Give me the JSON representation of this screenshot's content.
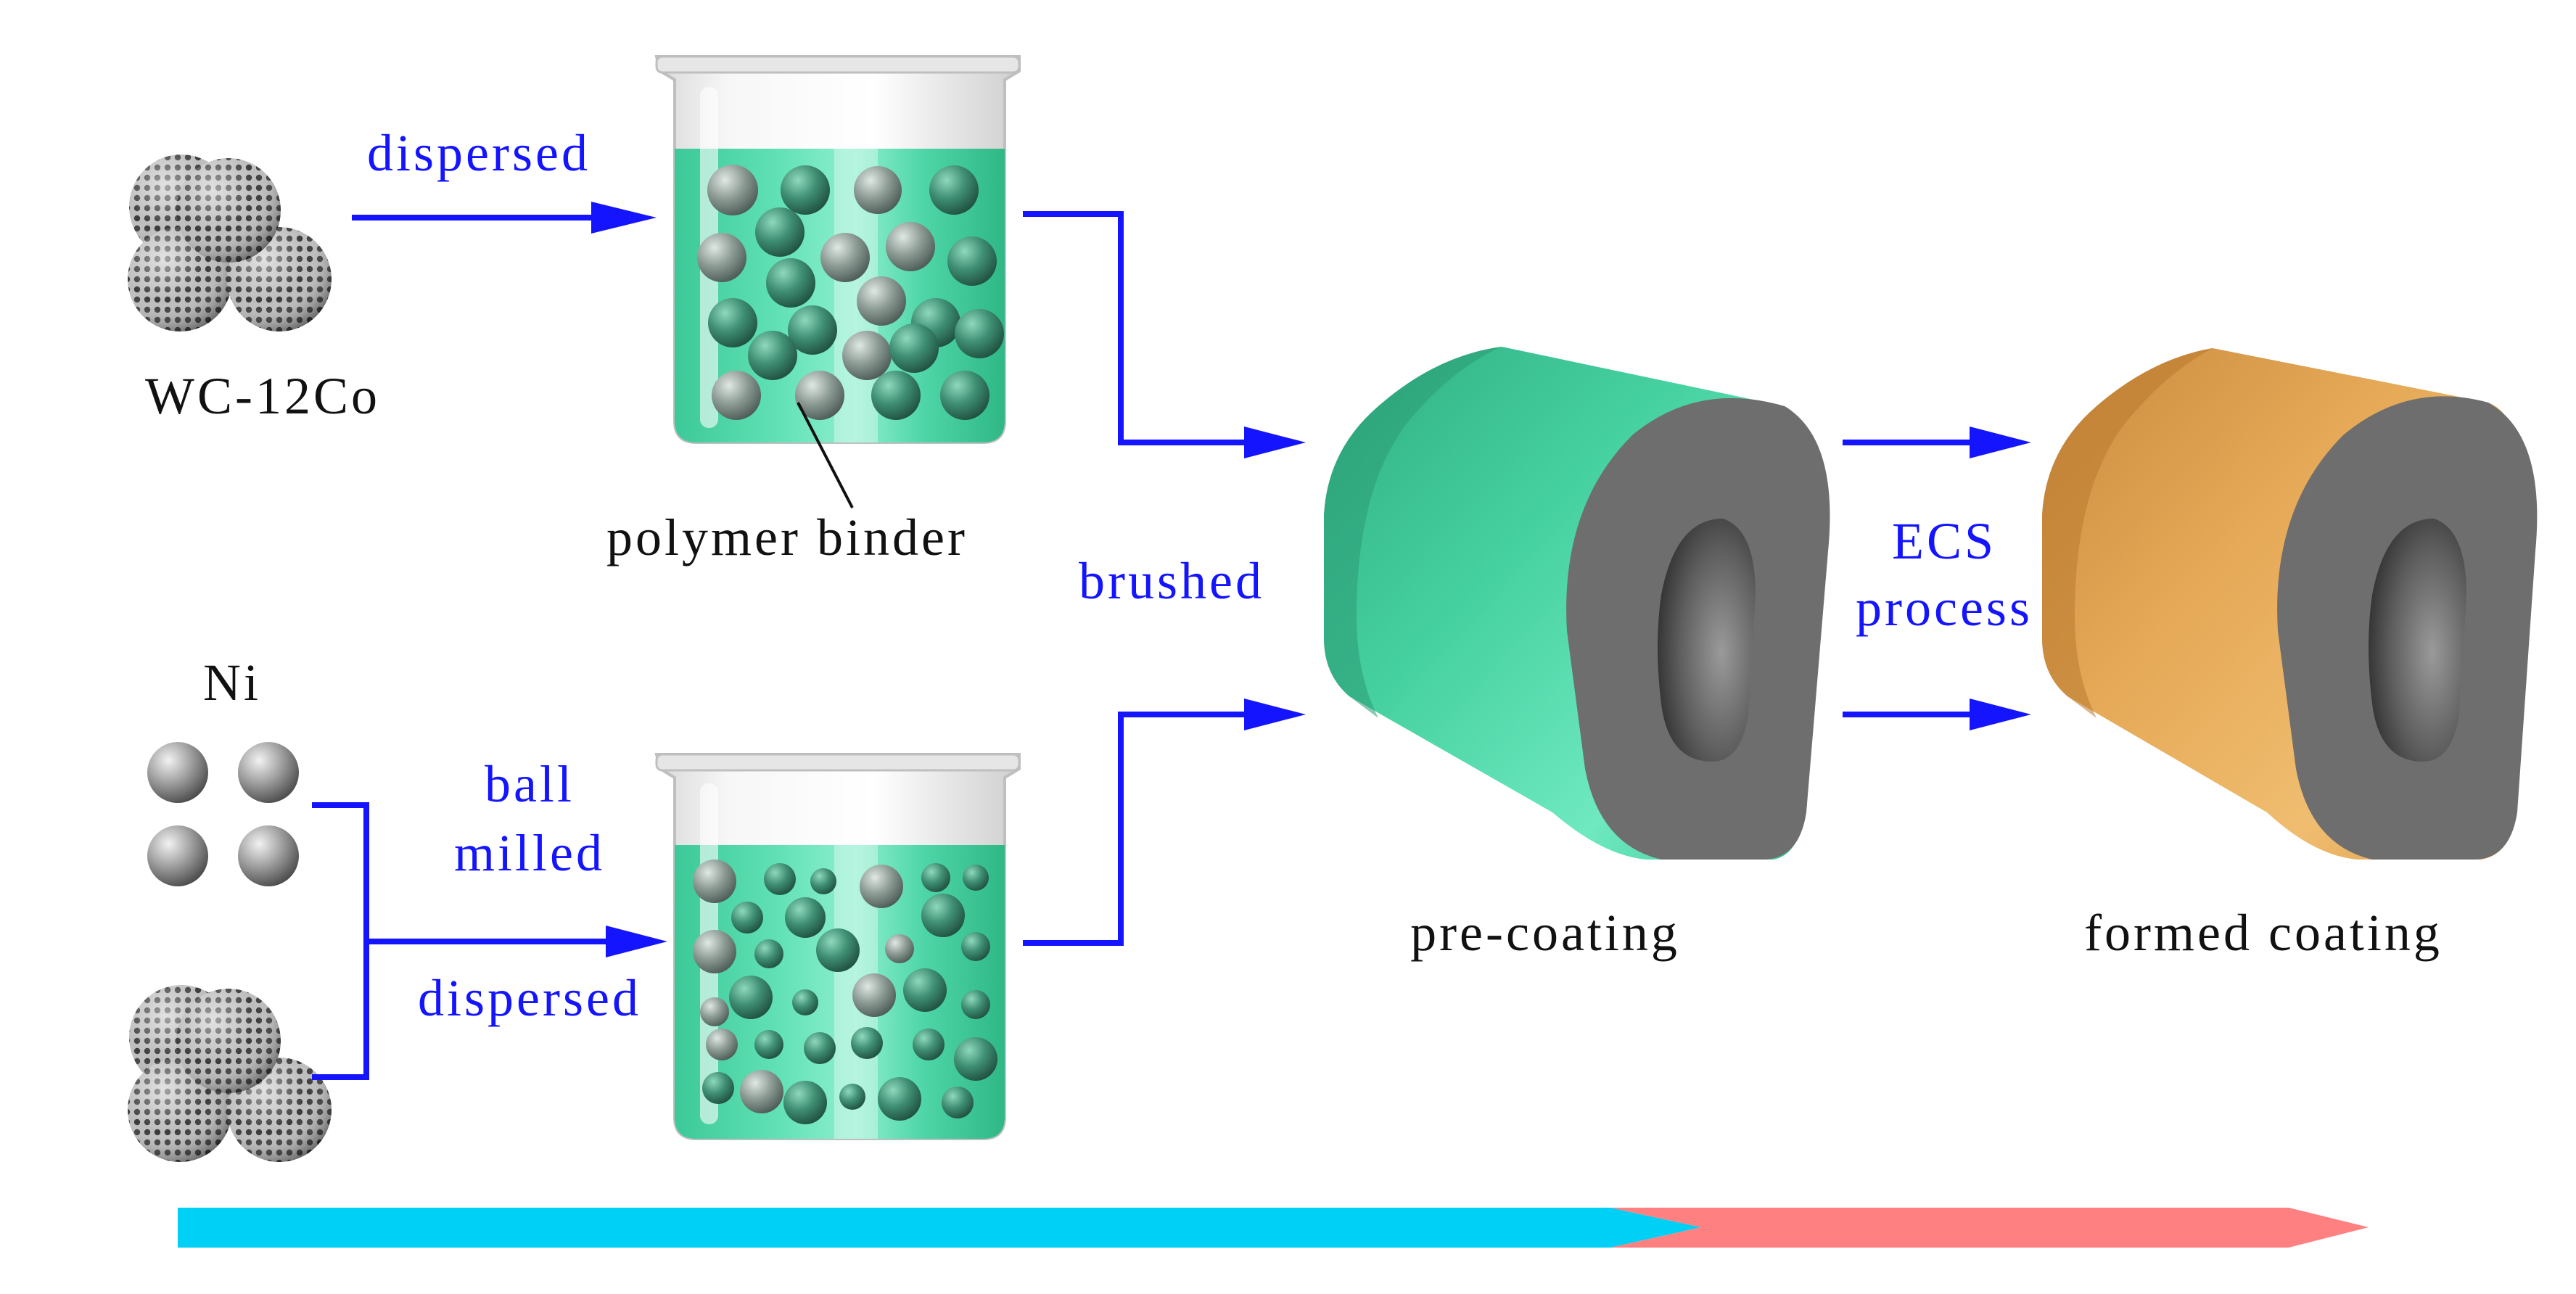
{
  "labels": {
    "wc12co": "WC-12Co",
    "dispersed_top": "dispersed",
    "polymer_binder": "polymer binder",
    "ni": "Ni",
    "ball": "ball",
    "milled": "milled",
    "dispersed_bottom": "dispersed",
    "brushed": "brushed",
    "ecs": "ECS",
    "process": "process",
    "pre_coating": "pre-coating",
    "formed_coating": "formed coating"
  },
  "colors": {
    "arrow_blue": "#1414ff",
    "liquid_green": "#4fd6a8",
    "precoating_green": "#3fcf9f",
    "formed_orange": "#e8a95a",
    "timeline_cyan": "#00d0f5",
    "timeline_pink": "#ff8080",
    "hole_gray": "#6a6a6a"
  },
  "icons": {
    "wc_powder": "wc-12co-particles-icon",
    "ni_powder": "ni-particles-icon",
    "beaker": "beaker-icon",
    "precoating": "pre-coating-cylinder-icon",
    "formed": "formed-coating-cylinder-icon"
  }
}
